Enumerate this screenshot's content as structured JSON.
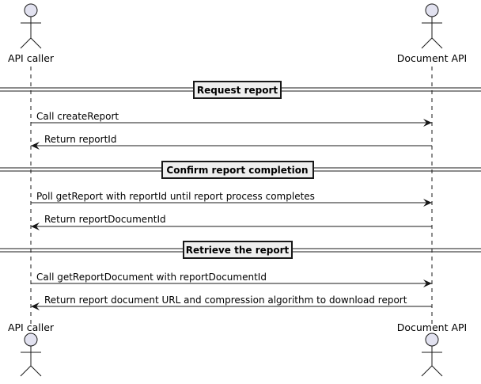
{
  "participants": [
    {
      "id": "caller",
      "label": "API caller"
    },
    {
      "id": "docapi",
      "label": "Document API"
    }
  ],
  "sections": [
    {
      "title": "Request report",
      "messages": [
        {
          "from": "caller",
          "to": "docapi",
          "label": "Call createReport"
        },
        {
          "from": "docapi",
          "to": "caller",
          "label": "Return reportId"
        }
      ]
    },
    {
      "title": "Confirm report completion",
      "messages": [
        {
          "from": "caller",
          "to": "docapi",
          "label": "Poll getReport with reportId until report process completes"
        },
        {
          "from": "docapi",
          "to": "caller",
          "label": "Return reportDocumentId"
        }
      ]
    },
    {
      "title": "Retrieve the report",
      "messages": [
        {
          "from": "caller",
          "to": "docapi",
          "label": "Call getReportDocument with reportDocumentId"
        },
        {
          "from": "docapi",
          "to": "caller",
          "label": "Return report document URL and compression algorithm to download report"
        }
      ]
    }
  ],
  "colors": {
    "actor_fill": "#e2e2f0",
    "line": "#181818",
    "divider_fill": "#eeeeee",
    "background": "#ffffff"
  }
}
